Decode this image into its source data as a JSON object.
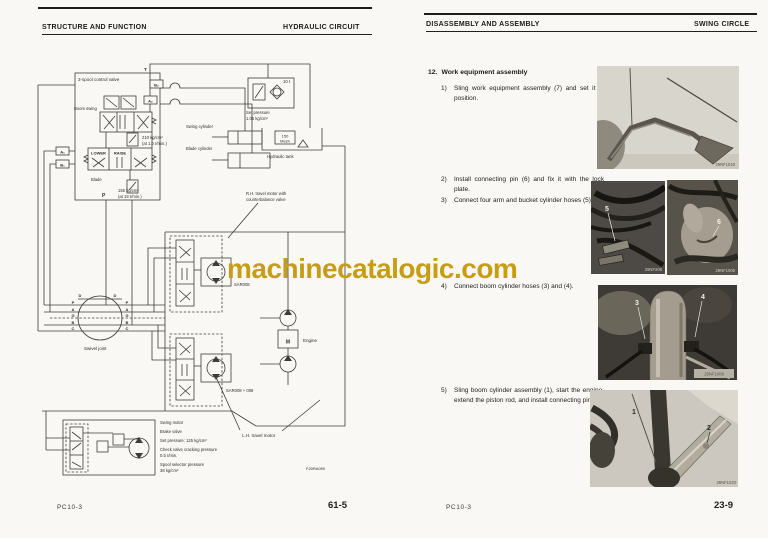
{
  "watermark": "machinecatalogic.com",
  "left_page": {
    "header_left": "STRUCTURE AND FUNCTION",
    "header_right": "HYDRAULIC CIRCUIT",
    "footer_model": "PC10-3",
    "footer_page": "61-5",
    "diagram": {
      "control_valve": "3-spool control valve",
      "port_t": "T",
      "port_b2": "B₂",
      "port_a2": "A₂",
      "port_a1": "A₁",
      "port_b1": "B₁",
      "port_p": "P",
      "boom_swing": "Boom swing",
      "lower": "LOWER",
      "raise": "RAISE",
      "blade": "Blade",
      "relief_main_1": "210 kg/cm²",
      "relief_main_2": "(at 1.0 ℓ/min.)",
      "relief_p_1": "155 kg/cm²",
      "relief_p_2": "(at 19 ℓ/min.)",
      "swing_cylinder": "Swing cylinder",
      "blade_cylinder": "Blade cylinder",
      "breather_capacity": "10 ℓ",
      "breather_set_1": "Set pressure",
      "breather_set_2": "1.05 kg/cm²",
      "mesh_1": "150",
      "mesh_2": "Mesh",
      "hydraulic_tank": "Hydraulic tank",
      "rh_motor_1": "R.H. travel motor with",
      "rh_motor_2": "counterbalance valve",
      "rh_code": "SAR008",
      "engine_m": "M",
      "engine": "Engine",
      "lh_code": "SAR008 + 008",
      "lh_motor": "L.H. travel motor",
      "swivel_joint": "Swivel joint",
      "port_d": "D",
      "swivel_p": "P",
      "swivel_a": "A",
      "swivel_g": "G",
      "swivel_b": "B",
      "swivel_c": "C",
      "swing_motor": "Swing motor",
      "brake_valve": "Brake valve",
      "set_pressure_125": "Set pressure:  125 kg/cm²",
      "check_valve_1": "Check valve cracking pressure",
      "check_valve_2": "0.5 ℓ/min.",
      "spool_sel_1": "Spool selector pressure",
      "spool_sel_2": "38 kg/cm²",
      "fig_code": "F20RA090"
    }
  },
  "right_page": {
    "header_left": "DISASSEMBLY AND ASSEMBLY",
    "header_right": "SWING CIRCLE",
    "footer_model": "PC10-3",
    "footer_page": "23-9",
    "section_number": "12.",
    "section_title": "Work equipment assembly",
    "steps": [
      {
        "num": "1)",
        "text": "Sling work equipment assembly (7) and set it in position."
      },
      {
        "num": "2)",
        "text": "Install connecting pin (6) and fix it with the lock plate."
      },
      {
        "num": "3)",
        "text": "Connect four arm and bucket cylinder hoses (5)."
      },
      {
        "num": "4)",
        "text": "Connect boom cylinder hoses (3) and (4)."
      },
      {
        "num": "5)",
        "text": "Sling boom cylinder assembly (1), start the engine, extend the piston rod, and install connecting pin (2)."
      }
    ],
    "photos": {
      "p1": {
        "code": "29NF1019"
      },
      "p2": {
        "code": "29NF208",
        "callout": "5"
      },
      "p3": {
        "code": "29NF1008",
        "callout": "6"
      },
      "p4": {
        "code": "29NF1008",
        "callout_a": "3",
        "callout_b": "4"
      },
      "p5": {
        "code": "29NF1020",
        "callout_a": "1",
        "callout_b": "2"
      }
    }
  }
}
